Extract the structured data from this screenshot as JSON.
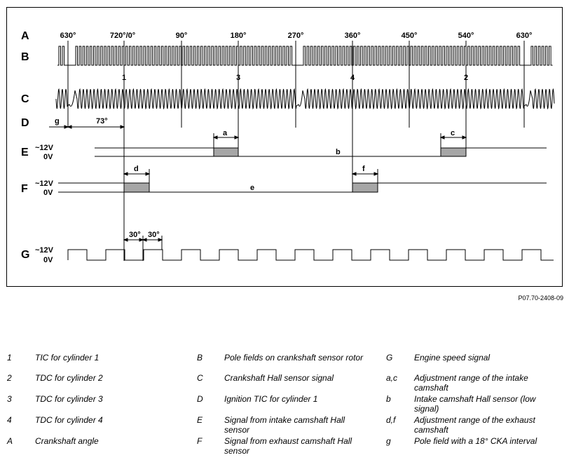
{
  "diagram": {
    "row_letters": [
      "A",
      "B",
      "C",
      "D",
      "E",
      "F",
      "G"
    ],
    "angle_labels": [
      "630°",
      "720°/0°",
      "90°",
      "180°",
      "270°",
      "360°",
      "450°",
      "540°",
      "630°"
    ],
    "tdc_numbers": [
      "1",
      "3",
      "4",
      "2"
    ],
    "d_row": {
      "g_label": "g",
      "angle_label": "73°"
    },
    "voltage": {
      "high": "~12V",
      "low": "0V"
    },
    "e_row": {
      "range_label": "a",
      "range_label2": "c",
      "line_label": "b"
    },
    "f_row": {
      "range_label": "d",
      "range_label2": "f",
      "line_label": "e"
    },
    "g_row": {
      "pulse_label_1": "30°",
      "pulse_label_2": "30°"
    }
  },
  "reference": "P07.70-2408-09",
  "legend": [
    {
      "k1": "1",
      "d1": "TIC for cylinder 1",
      "k2": "B",
      "d2": "Pole fields on crankshaft sensor rotor",
      "k3": "G",
      "d3": "Engine speed signal"
    },
    {
      "k1": "2",
      "d1": "TDC for cylinder 2",
      "k2": "C",
      "d2": "Crankshaft Hall sensor signal",
      "k3": "a,c",
      "d3": "Adjustment range of the intake camshaft"
    },
    {
      "k1": "3",
      "d1": "TDC for cylinder 3",
      "k2": "D",
      "d2": "Ignition TIC for cylinder 1",
      "k3": "b",
      "d3": "Intake camshaft Hall sensor (low signal)"
    },
    {
      "k1": "4",
      "d1": "TDC for cylinder 4",
      "k2": "E",
      "d2": "Signal from intake camshaft Hall sensor",
      "k3": "d,f",
      "d3": "Adjustment range of the exhaust camshaft"
    },
    {
      "k1": "A",
      "d1": "Crankshaft angle",
      "k2": "F",
      "d2": "Signal from exhaust camshaft Hall sensor",
      "k3": "g",
      "d3": "Pole field with a 18° CKA interval"
    }
  ]
}
